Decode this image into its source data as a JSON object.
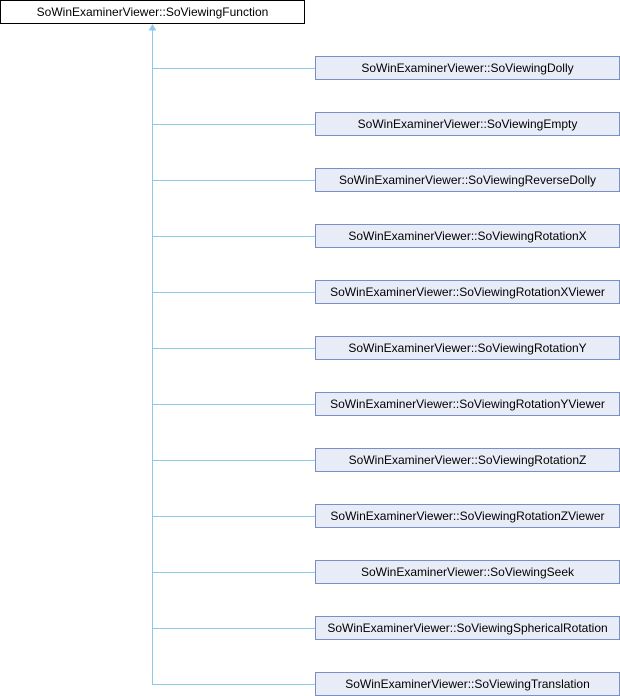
{
  "diagram": {
    "base_class": "SoWinExaminerViewer::SoViewingFunction",
    "derived_classes": [
      "SoWinExaminerViewer::SoViewingDolly",
      "SoWinExaminerViewer::SoViewingEmpty",
      "SoWinExaminerViewer::SoViewingReverseDolly",
      "SoWinExaminerViewer::SoViewingRotationX",
      "SoWinExaminerViewer::SoViewingRotationXViewer",
      "SoWinExaminerViewer::SoViewingRotationY",
      "SoWinExaminerViewer::SoViewingRotationYViewer",
      "SoWinExaminerViewer::SoViewingRotationZ",
      "SoWinExaminerViewer::SoViewingRotationZViewer",
      "SoWinExaminerViewer::SoViewingSeek",
      "SoWinExaminerViewer::SoViewingSphericalRotation",
      "SoWinExaminerViewer::SoViewingTranslation"
    ],
    "colors": {
      "edge": "#8fc8ea",
      "child_fill": "#e8ecf6",
      "child_border": "#7a8fc6"
    }
  }
}
